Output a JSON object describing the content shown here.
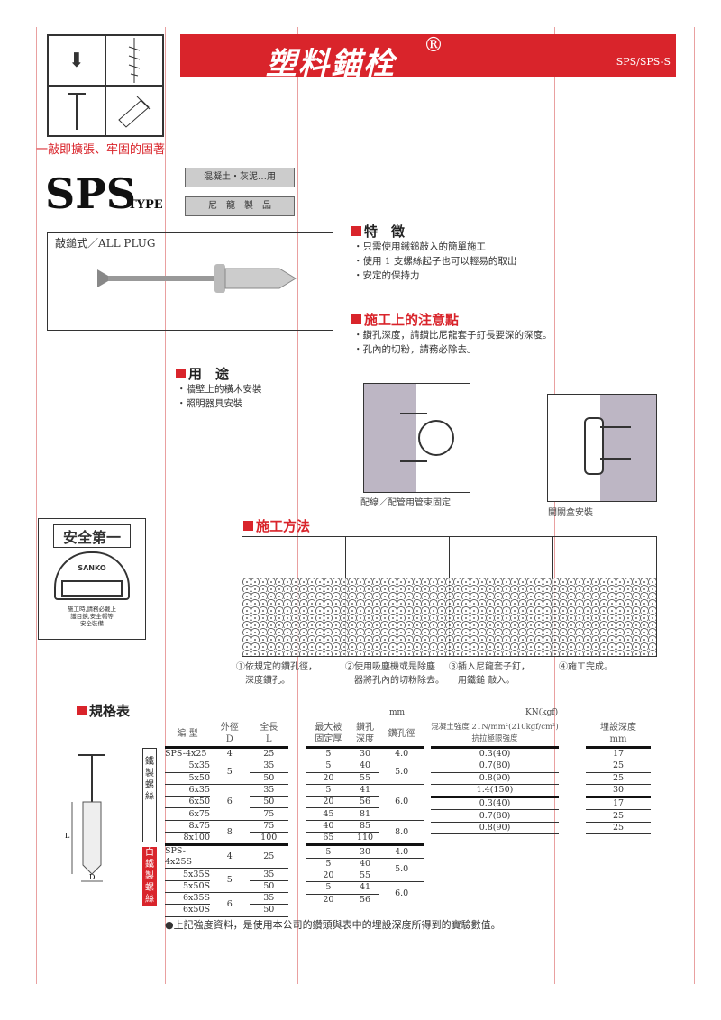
{
  "header": {
    "title": "塑料錨栓",
    "registered": "®",
    "model": "SPS/SPS-S"
  },
  "tagline": "一敲即擴張、牢固的固著",
  "type_name": "SPS",
  "type_suffix": "TYPE",
  "tags": [
    "混凝土‧灰泥…用",
    "尼　龍　製　品"
  ],
  "product_box": {
    "label": "敲鎚式／ALL PLUG"
  },
  "features": {
    "title": "特　徵",
    "items": [
      "・只需使用鐵鎚敲入的簡單施工",
      "・使用 1 支螺絲起子也可以輕易的取出",
      "・安定的保持力"
    ]
  },
  "cautions": {
    "title": "施工上的注意點",
    "items": [
      "・鑽孔深度，請鑽比尼龍套子釘長要深的深度。",
      "・孔內的切粉，請務必除去。"
    ]
  },
  "uses": {
    "title": "用　途",
    "items": [
      "・牆壁上的橫木安裝",
      "・照明器具安裝"
    ]
  },
  "illustrations": [
    "配線／配管用管束固定",
    "開關盒安裝"
  ],
  "method": {
    "title": "施工方法",
    "steps": [
      [
        "①依規定的鑽孔徑，",
        "　深度鑽孔。"
      ],
      [
        "②使用吸塵機或是除塵",
        "　器將孔內的切粉除去。"
      ],
      [
        "③插入尼龍套子釘，",
        "　用鐵鎚 敲入。"
      ],
      [
        "④施工完成。",
        ""
      ]
    ]
  },
  "safety": {
    "title": "安全第一",
    "brand": "SANKO",
    "text": [
      "施工時,請務必戴上",
      "護目鏡,安全帽等",
      "安全裝備"
    ]
  },
  "spec": {
    "title": "規格表",
    "unit_mm": "mm",
    "unit_kn": "KN(kgf)",
    "headers": {
      "model": "編 型",
      "d": [
        "外徑",
        "D"
      ],
      "l": [
        "全長",
        "L"
      ],
      "thick": [
        "最大被",
        "固定厚"
      ],
      "drill": [
        "鑽孔",
        "深度"
      ],
      "hole": "鑽孔徑",
      "strength": [
        "混凝土強度 21N/mm²(210kgf/cm²)",
        "抗拉極限強度"
      ],
      "depth": [
        "埋設深度",
        "mm"
      ]
    },
    "side_labels": [
      "鐵製螺絲",
      "白鐵製螺絲"
    ],
    "groups": [
      {
        "d": "4",
        "hole": "4.0",
        "strength": "0.3(40)",
        "depth": "17",
        "rows": [
          [
            "SPS-4x25",
            "25",
            "5",
            "30"
          ]
        ]
      },
      {
        "d": "5",
        "hole": "5.0",
        "strength": "0.7(80)",
        "depth": "25",
        "rows": [
          [
            "5x35",
            "35",
            "5",
            "40"
          ],
          [
            "5x50",
            "50",
            "20",
            "55"
          ]
        ]
      },
      {
        "d": "6",
        "hole": "6.0",
        "strength": "0.8(90)",
        "depth": "25",
        "rows": [
          [
            "6x35",
            "35",
            "5",
            "41"
          ],
          [
            "6x50",
            "50",
            "20",
            "56"
          ],
          [
            "6x75",
            "75",
            "45",
            "81"
          ]
        ]
      },
      {
        "d": "8",
        "hole": "8.0",
        "strength": "1.4(150)",
        "depth": "30",
        "rows": [
          [
            "8x75",
            "75",
            "40",
            "85"
          ],
          [
            "8x100",
            "100",
            "65",
            "110"
          ]
        ]
      },
      {
        "d": "4",
        "hole": "4.0",
        "strength": "0.3(40)",
        "depth": "17",
        "thick": true,
        "rows": [
          [
            "SPS-4x25S",
            "25",
            "5",
            "30"
          ]
        ]
      },
      {
        "d": "5",
        "hole": "5.0",
        "strength": "0.7(80)",
        "depth": "25",
        "rows": [
          [
            "5x35S",
            "35",
            "5",
            "40"
          ],
          [
            "5x50S",
            "50",
            "20",
            "55"
          ]
        ]
      },
      {
        "d": "6",
        "hole": "6.0",
        "strength": "0.8(90)",
        "depth": "25",
        "rows": [
          [
            "6x35S",
            "35",
            "5",
            "41"
          ],
          [
            "6x50S",
            "50",
            "20",
            "56"
          ]
        ]
      }
    ],
    "diagram_labels": {
      "l": "L",
      "d": "D"
    }
  },
  "footnote": "●上記強度資料，是使用本公司的鑽頭與表中的埋設深度所得到的實驗數值。",
  "colors": {
    "accent": "#d9242b",
    "guide": "#e9a0a0",
    "tag": "#cccccc"
  }
}
